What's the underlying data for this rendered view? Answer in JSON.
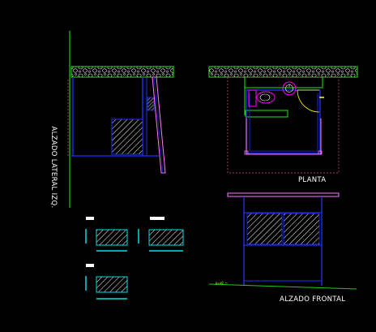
{
  "labels": {
    "planta": "PLANTA",
    "alzado_frontal": "ALZADO FRONTAL",
    "alzado_lateral": "ALZADO LATERAL IZQ.",
    "level_marker": "p=±0 ⟶"
  },
  "colors": {
    "background": "#000000",
    "structure": "#1e32ff",
    "roof_outline": "#23e61e",
    "pink": "#ff78ff",
    "cyan": "#00e1e6",
    "dashed": "#e05080",
    "yellow": "#ffff00",
    "green_line": "#23c81e",
    "white": "#ffffff",
    "fixture": "#ff00ff"
  }
}
